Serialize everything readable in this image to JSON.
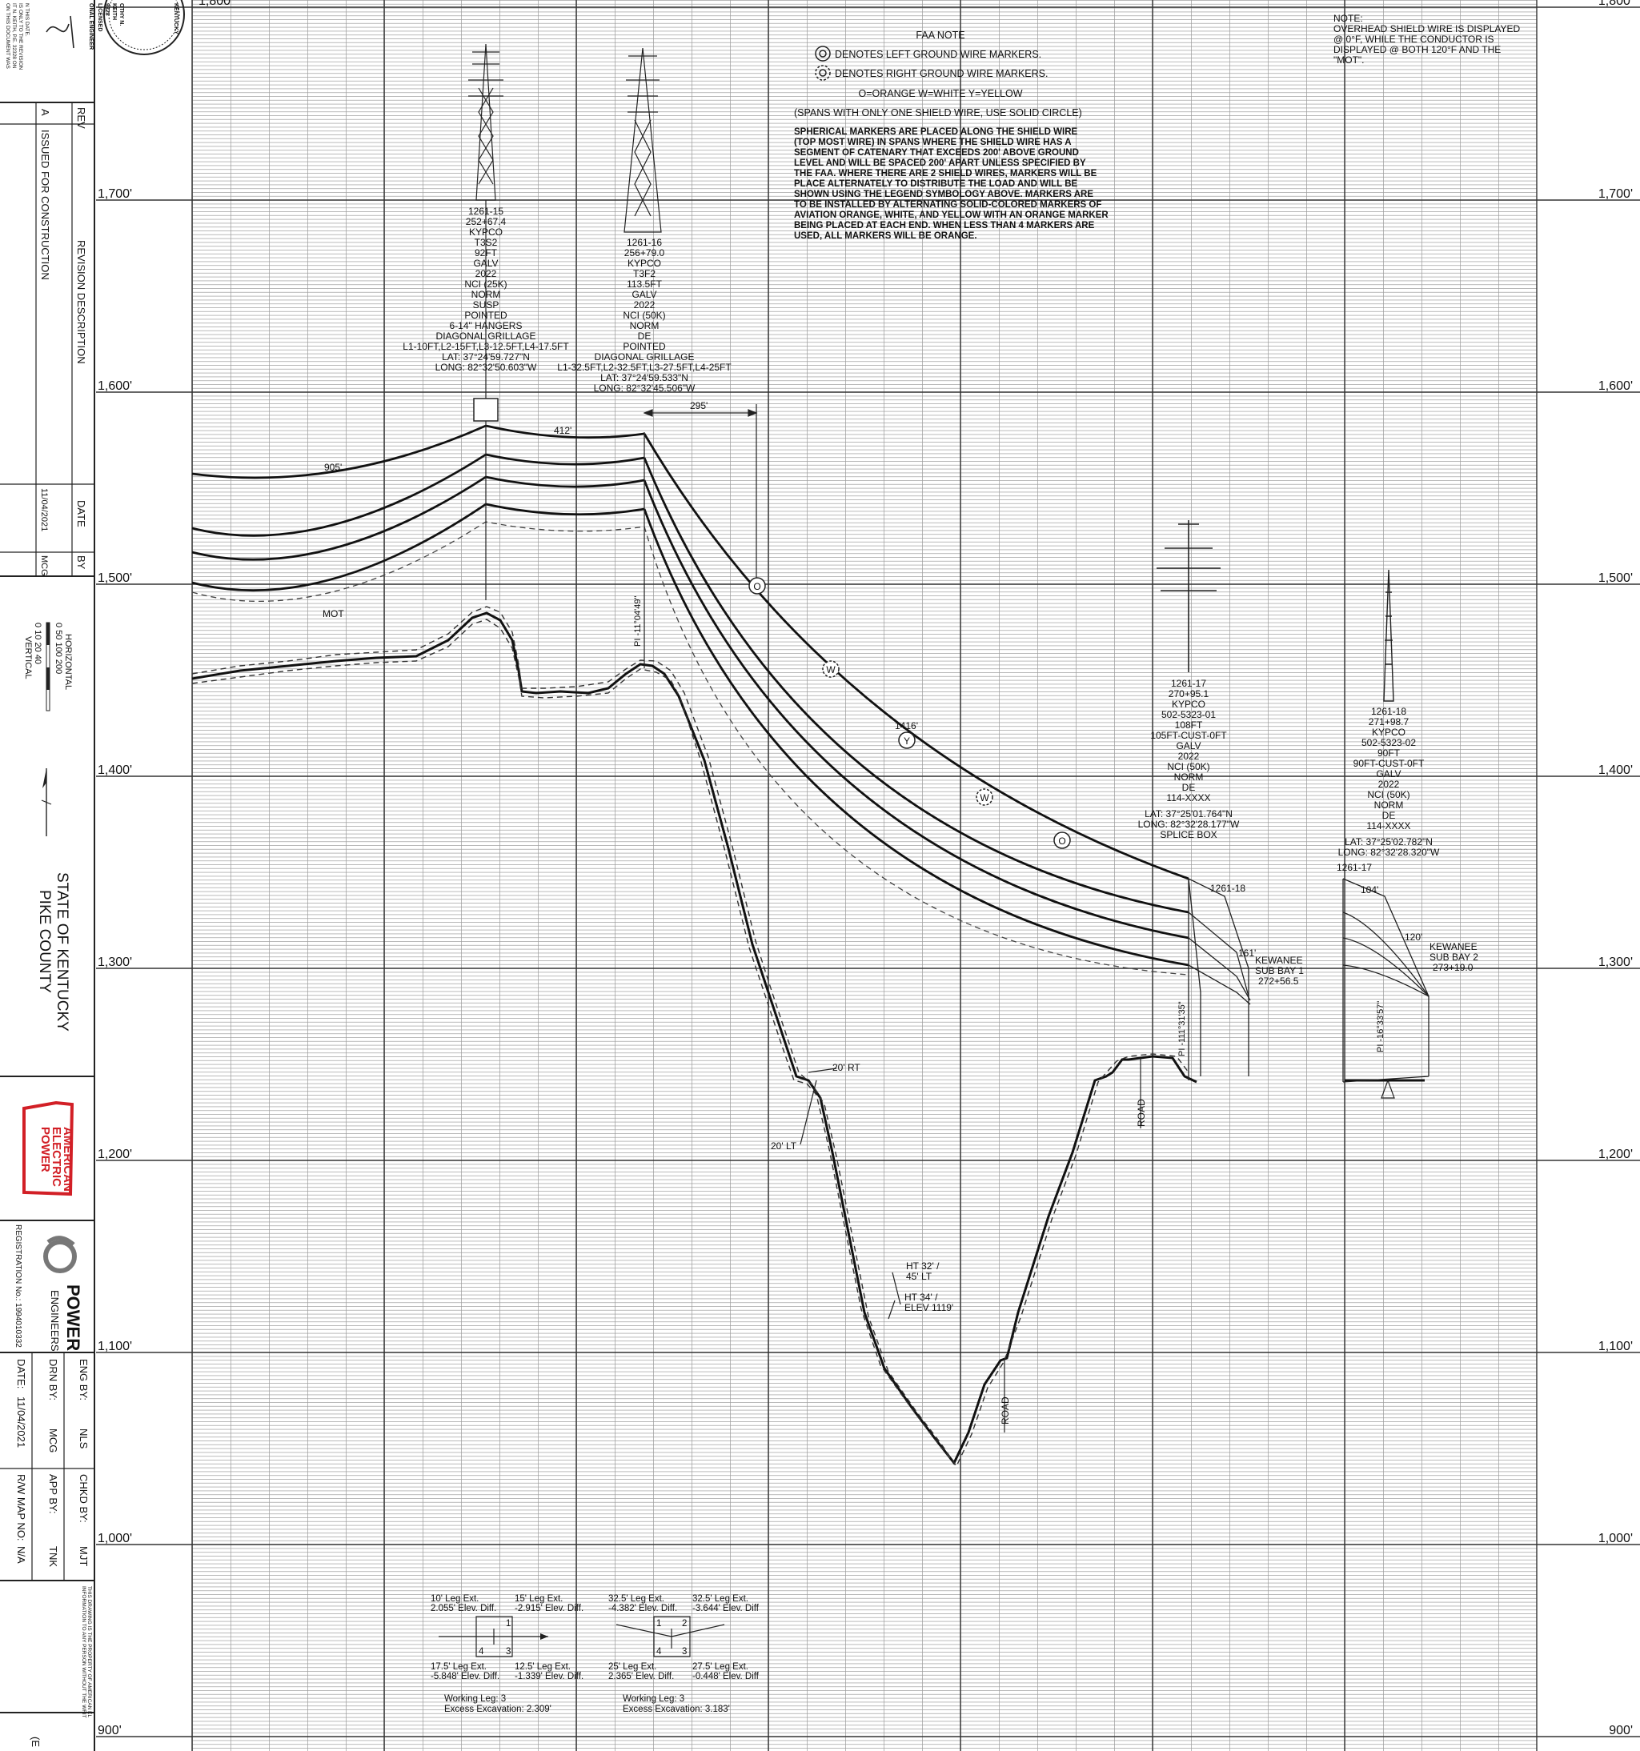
{
  "elevation_labels": [
    "1,800'",
    "1,700'",
    "1,600'",
    "1,500'",
    "1,400'",
    "1,300'",
    "1,200'",
    "1,100'",
    "1,000'",
    "900'"
  ],
  "title_block": {
    "stamp_lines": [
      "ON THIS DOCUMENT WAS",
      "IT N. KEITH, P.E. 32328 ON",
      "IS ONLY TO THE REVISION",
      "N THIS DATE."
    ],
    "seal_text": [
      "KENTUCKY",
      "OTHY N.",
      "KEITH",
      "9328",
      "LICENSED",
      "ONAL ENGINEER"
    ],
    "rev_header": "REV",
    "rev_desc_header": "REVISION DESCRIPTION",
    "date_header": "DATE",
    "by_header": "BY",
    "rev_value": "A",
    "rev_desc_value": "ISSUED FOR CONSTRUCTION",
    "date_value": "11/04/2021",
    "by_value": "MCG",
    "scale_horizontal": "HORIZONTAL",
    "scale_h_ticks": "0   50  100      200",
    "scale_v_ticks": "0   10   20        40",
    "scale_vertical": "VERTICAL",
    "state": "STATE OF KENTUCKY",
    "county": "PIKE COUNTY",
    "aep_logo": [
      "AMERICAN",
      "ELECTRIC",
      "POWER"
    ],
    "power_logo": "POWER",
    "power_sub": "ENGINEERS",
    "registration": "REGISTRATION No.: 1994010332",
    "eng_by_label": "ENG BY:",
    "eng_by": "NLS",
    "chkd_by_label": "CHKD BY:",
    "chkd_by": "MJT",
    "drn_by_label": "DRN BY:",
    "drn_by": "MCG",
    "app_by_label": "APP BY:",
    "app_by": "TNK",
    "date_label": "DATE:",
    "date": "11/04/2021",
    "rw_label": "R/W MAP NO:",
    "rw_value": "N/A",
    "property_note": [
      "THIS DRAWING IS THE PROPERTY OF AMERICAN EL",
      "INFORMATION TO ANY PERSON WITHOUT THE WRIT"
    ],
    "bottom_mark": "(E"
  },
  "faa_note": {
    "title": "FAA NOTE",
    "left_marker": "DENOTES LEFT GROUND WIRE MARKERS.",
    "right_marker": "DENOTES RIGHT GROUND WIRE MARKERS.",
    "colors": "O=ORANGE      W=WHITE      Y=YELLOW",
    "spans": "(SPANS WITH ONLY ONE SHIELD WIRE, USE SOLID CIRCLE)",
    "paragraph": [
      "SPHERICAL MARKERS ARE PLACED ALONG THE SHIELD WIRE",
      "(TOP MOST WIRE) IN SPANS WHERE THE SHIELD WIRE HAS A",
      "SEGMENT OF CATENARY THAT EXCEEDS 200' ABOVE GROUND",
      "LEVEL AND WILL BE SPACED 200' APART UNLESS SPECIFIED BY",
      "THE FAA. WHERE THERE ARE 2 SHIELD WIRES, MARKERS WILL BE",
      "PLACE ALTERNATELY TO DISTRIBUTE THE LOAD AND WILL BE",
      "SHOWN USING THE LEGEND SYMBOLOGY ABOVE. MARKERS ARE",
      "TO BE INSTALLED BY ALTERNATING SOLID-COLORED MARKERS OF",
      "AVIATION ORANGE, WHITE, AND YELLOW WITH AN ORANGE MARKER",
      "BEING PLACED AT EACH END. WHEN LESS THAN 4 MARKERS ARE",
      "USED, ALL MARKERS WILL BE ORANGE."
    ]
  },
  "shield_note": [
    "NOTE:",
    "OVERHEAD SHIELD WIRE IS DISPLAYED",
    "@ 0°F, WHILE THE CONDUCTOR IS",
    "DISPLAYED @ BOTH 120°F AND THE",
    "\"MOT\"."
  ],
  "structures": {
    "s1": [
      "1261-15",
      "252+67.4",
      "KYPCO",
      "T3S2",
      "92FT",
      "GALV",
      "2022",
      "NCI (25K)",
      "NORM",
      "SUSP",
      "POINTED",
      "6-14\" HANGERS",
      "DIAGONAL GRILLAGE",
      "L1-10FT,L2-15FT,L3-12.5FT,L4-17.5FT",
      "LAT: 37°24'59.727\"N",
      "LONG: 82°32'50.603\"W"
    ],
    "s2": [
      "1261-16",
      "256+79.0",
      "KYPCO",
      "T3F2",
      "113.5FT",
      "GALV",
      "2022",
      "NCI (50K)",
      "NORM",
      "DE",
      "POINTED",
      "DIAGONAL GRILLAGE",
      "L1-32.5FT,L2-32.5FT,L3-27.5FT,L4-25FT",
      "LAT: 37°24'59.533\"N",
      "LONG: 82°32'45.506\"W"
    ],
    "s3": [
      "1261-17",
      "270+95.1",
      "KYPCO",
      "502-5323-01",
      "108FT",
      "105FT-CUST-0FT",
      "GALV",
      "2022",
      "NCI (50K)",
      "NORM",
      "DE",
      "114-XXXX",
      "LAT: 37°25'01.764\"N",
      "LONG: 82°32'28.177\"W",
      "SPLICE BOX"
    ],
    "s4": [
      "1261-18",
      "271+98.7",
      "KYPCO",
      "502-5323-02",
      "90FT",
      "90FT-CUST-0FT",
      "GALV",
      "2022",
      "NCI (50K)",
      "NORM",
      "DE",
      "114-XXXX",
      "LAT: 37°25'02.782\"N",
      "LONG: 82°32'28.320\"W"
    ]
  },
  "profile_labels": {
    "span_905": "905'",
    "span_412": "412'",
    "span_295": "295'",
    "span_1416": "1416'",
    "span_104": "104'",
    "span_120": "120'",
    "span_161": "161'",
    "mot": "MOT",
    "pi_1": "PI -11°04'49\"",
    "pi_2": "PI -111°31'35\"",
    "pi_3": "PI -16°33'57\"",
    "rt20": "20' RT",
    "lt20": "20' LT",
    "ht32a": "HT 32' /",
    "ht32b": "45' LT",
    "ht34a": "HT 34' /",
    "ht34b": "ELEV 1119'",
    "road1": "ROAD",
    "road2": "ROAD",
    "kew1": [
      "KEWANEE",
      "SUB BAY 1",
      "272+56.5"
    ],
    "kew2": [
      "KEWANEE",
      "SUB BAY 2",
      "273+19.0"
    ],
    "label_1261_18": "1261-18",
    "label_1261_17": "1261-17",
    "marker_o": "O",
    "marker_w": "W",
    "marker_y": "Y"
  },
  "leg_tables": {
    "t1": {
      "a": [
        "10' Leg Ext.",
        "2.055' Elev. Diff."
      ],
      "b": [
        "15' Leg Ext.",
        "-2.915' Elev. Diff."
      ],
      "c": [
        "17.5' Leg Ext.",
        "-5.848' Elev. Diff."
      ],
      "d": [
        "12.5' Leg Ext.",
        "-1.339' Elev. Diff."
      ],
      "work": [
        "Working Leg:  3",
        "Excess Excavation: 2.309'"
      ]
    },
    "t2": {
      "a": [
        "32.5' Leg Ext.",
        "-4.382' Elev. Diff."
      ],
      "b": [
        "32.5' Leg Ext.",
        "-3.644' Elev. Diff"
      ],
      "c": [
        "25' Leg Ext.",
        "2.365' Elev. Diff."
      ],
      "d": [
        "27.5' Leg Ext.",
        "-0.448' Elev. Diff"
      ],
      "work": [
        "Working Leg:  3",
        "Excess Excavation: 3.183'"
      ]
    },
    "legs": [
      "1",
      "2",
      "4",
      "3"
    ]
  }
}
